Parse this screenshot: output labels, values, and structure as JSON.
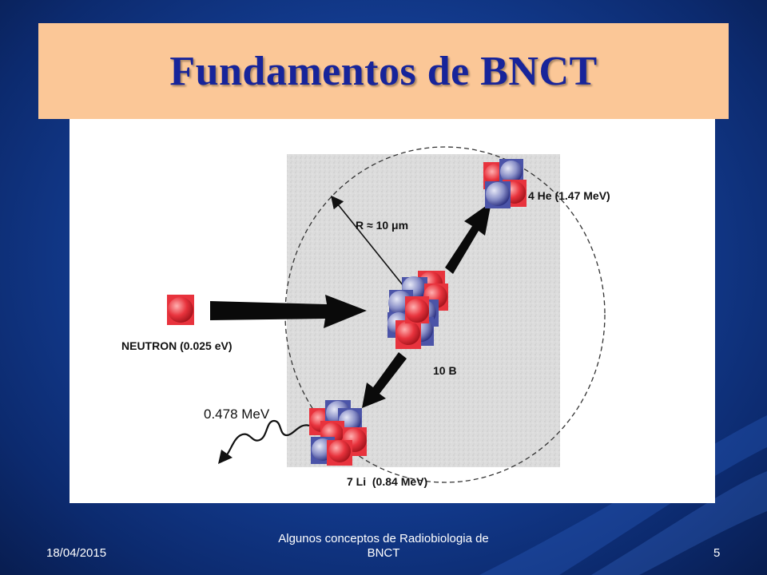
{
  "slide": {
    "title": "Fundamentos de BNCT",
    "footer_date": "18/04/2015",
    "footer_center": "Algunos conceptos de Radiobiologia de BNCT",
    "page_number": "5"
  },
  "diagram": {
    "helium_label": "4 He (1.47 MeV)",
    "radius_label": "R ≈ 10 μm",
    "neutron_label": "NEUTRON (0.025 eV)",
    "boron_label": "10 B",
    "gamma_label": "0.478 MeV",
    "lithium_label": "7 Li  (0.84 MeV)",
    "colors": {
      "proton": "#e8333d",
      "neutron_particle": "#4b54a8",
      "title_bg": "#fbc797",
      "title_text": "#17249a"
    }
  }
}
